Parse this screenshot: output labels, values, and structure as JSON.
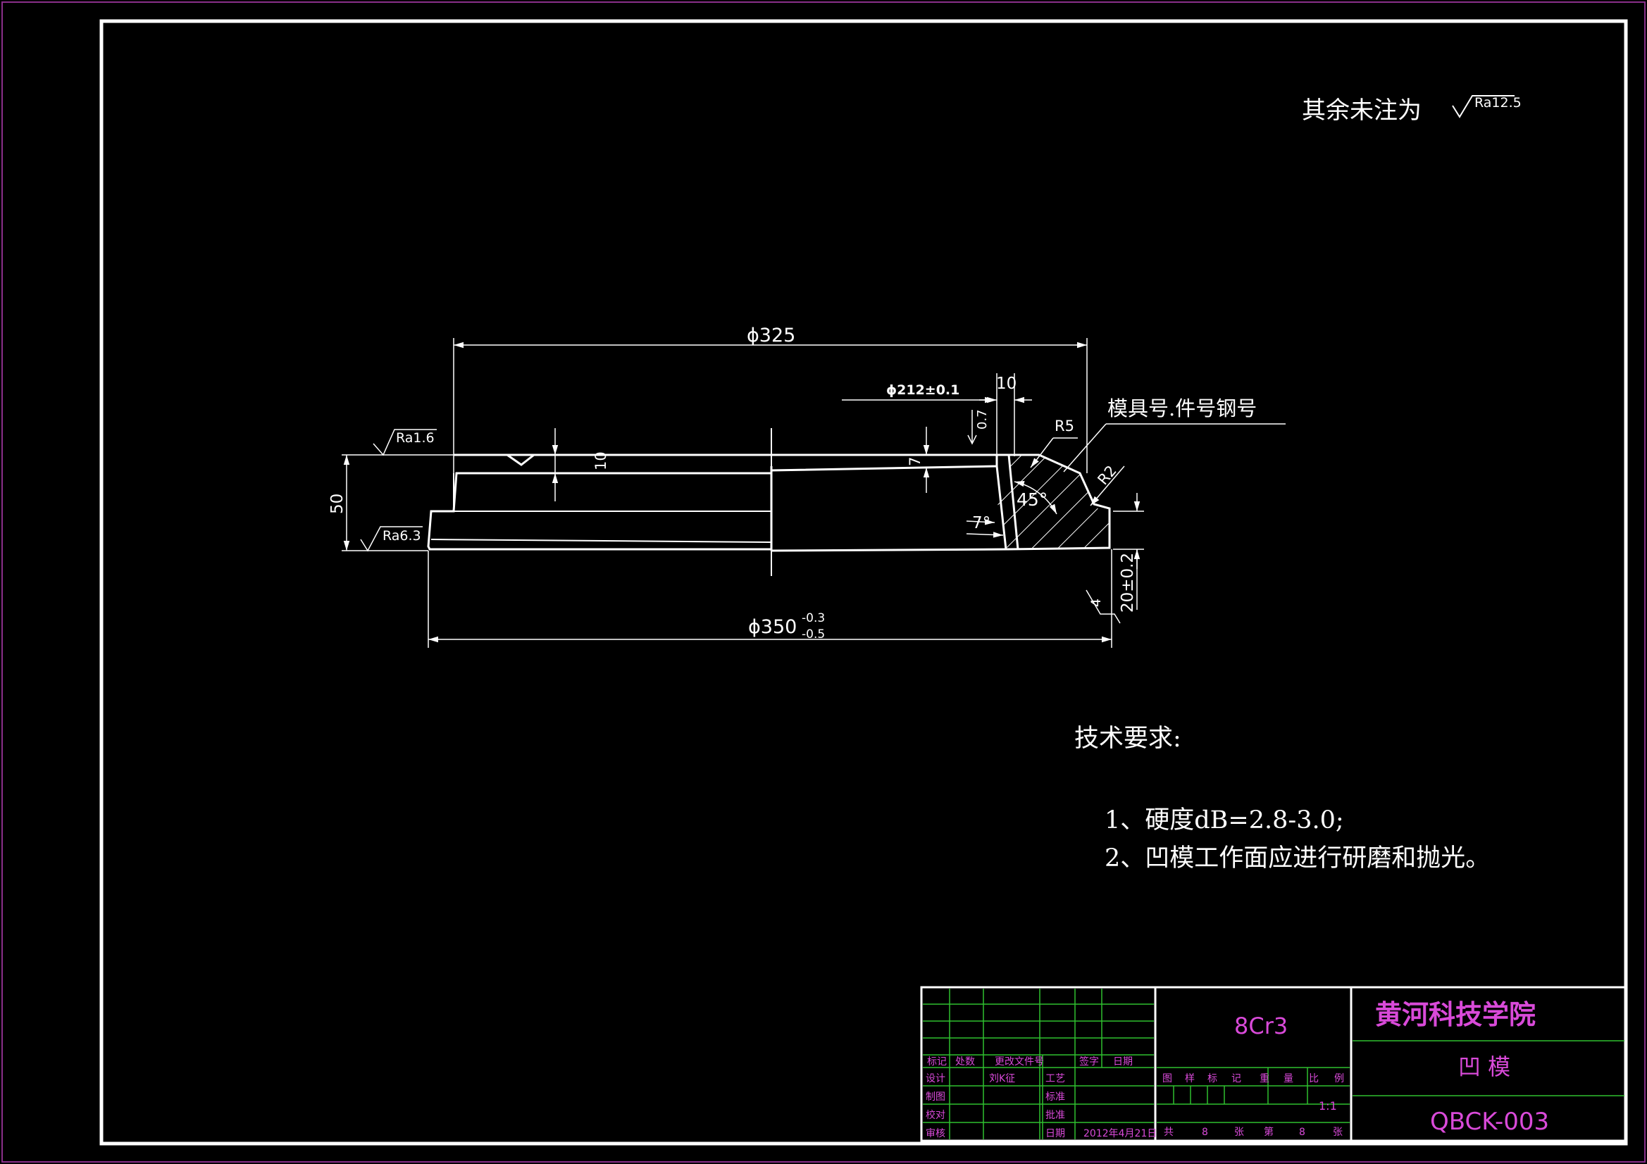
{
  "global_note": {
    "text": "其余未注为",
    "ra": "Ra12.5"
  },
  "dims": {
    "d325": "ϕ325",
    "d212": "ϕ212±0.1",
    "w10_top": "10",
    "h07": "0.7",
    "r5": "R5",
    "r2": "R2",
    "mark_label": "模具号.件号钢号",
    "h10": "10",
    "h7": "7",
    "a45": "45°",
    "a7": "7°",
    "h50": "50",
    "h20": "20±0.2",
    "h4": "4",
    "d350": "ϕ350",
    "d350_upper": "-0.3",
    "d350_lower": "-0.5"
  },
  "roughness": {
    "top": "Ra1.6",
    "bottom": "Ra6.3"
  },
  "tech_req": {
    "title": "技术要求:",
    "items": [
      "1、硬度dB=2.8-3.0;",
      "2、凹模工作面应进行研磨和抛光。"
    ]
  },
  "title_block": {
    "material": "8Cr3",
    "school": "黄河科技学院",
    "part_name": "凹 模",
    "drawing_no": "QBCK-003",
    "scale": "1:1",
    "date": "2012年4月21日",
    "designer": "刘K征",
    "row_headers": [
      "标记",
      "处数",
      "更改文件号",
      "签字",
      "日期"
    ],
    "left_labels": [
      "设计",
      "制图",
      "校对",
      "审核"
    ],
    "mid_labels": [
      "工艺",
      "标准",
      "批准",
      "日期"
    ],
    "stage_headers": [
      "图",
      "样",
      "标",
      "记",
      "重",
      "量",
      "比",
      "例"
    ],
    "sheet_row": [
      "共",
      "8",
      "张",
      "第",
      "8",
      "张"
    ]
  }
}
